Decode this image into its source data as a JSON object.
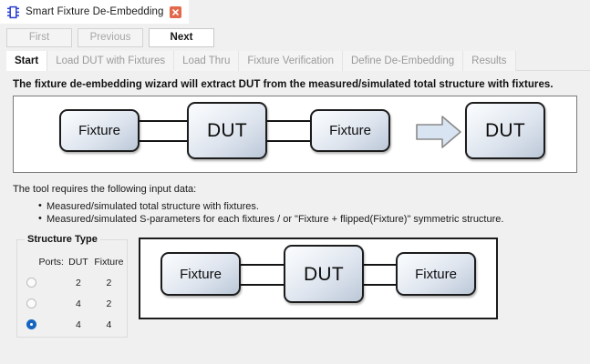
{
  "window": {
    "title": "Smart Fixture De-Embedding",
    "icon": "chip-icon",
    "close_label": "×"
  },
  "toolbar": {
    "buttons": [
      {
        "label": "First",
        "enabled": false
      },
      {
        "label": "Previous",
        "enabled": false
      },
      {
        "label": "Next",
        "enabled": true
      }
    ]
  },
  "tabs": [
    {
      "label": "Start",
      "active": true
    },
    {
      "label": "Load DUT with Fixtures",
      "active": false
    },
    {
      "label": "Load Thru",
      "active": false
    },
    {
      "label": "Fixture Verification",
      "active": false
    },
    {
      "label": "Define De-Embedding",
      "active": false
    },
    {
      "label": "Results",
      "active": false
    }
  ],
  "main": {
    "headline": "The fixture de-embedding wizard will extract DUT from the measured/simulated total structure with fixtures.",
    "top_diagram": {
      "blocks": [
        {
          "label": "Fixture"
        },
        {
          "label": "DUT"
        },
        {
          "label": "Fixture"
        },
        {
          "label": "DUT"
        }
      ],
      "arrow": "right-arrow-icon"
    },
    "requirements_intro": "The tool requires the following input data:",
    "requirements": [
      "Measured/simulated total structure with fixtures.",
      "Measured/simulated S-parameters for each fixtures / or \"Fixture + flipped(Fixture)\" symmetric structure."
    ]
  },
  "structure_type": {
    "title": "Structure Type",
    "headers": [
      "Ports:",
      "DUT",
      "Fixture"
    ],
    "options": [
      {
        "dut": "2",
        "fixture": "2",
        "selected": false
      },
      {
        "dut": "4",
        "fixture": "2",
        "selected": false
      },
      {
        "dut": "4",
        "fixture": "4",
        "selected": true
      }
    ]
  },
  "bottom_diagram": {
    "blocks": [
      {
        "label": "Fixture"
      },
      {
        "label": "DUT"
      },
      {
        "label": "Fixture"
      }
    ]
  },
  "colors": {
    "accent": "#1565c0",
    "close_button": "#e2694a",
    "icon_blue": "#2a3fd0",
    "window_bg": "#f0f0f0",
    "panel_bg": "#ffffff"
  }
}
